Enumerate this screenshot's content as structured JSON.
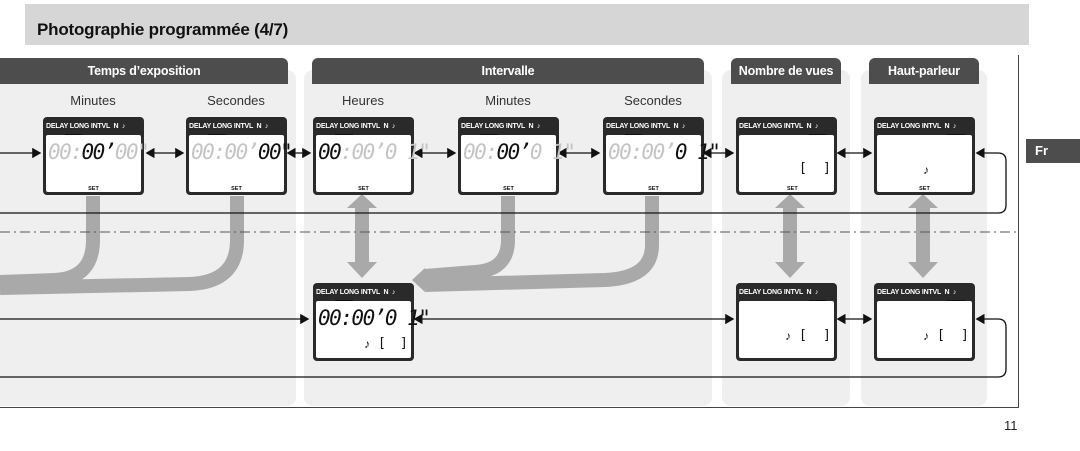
{
  "page": {
    "title": "Photographie programmée (4/7)",
    "language_tab": "Fr",
    "page_number": "11"
  },
  "columns": [
    {
      "header": "Temps d’exposition",
      "subs": [
        "Minutes",
        "Secondes"
      ]
    },
    {
      "header": "Intervalle",
      "subs": [
        "Heures",
        "Minutes",
        "Secondes"
      ]
    },
    {
      "header": "Nombre de vues"
    },
    {
      "header": "Haut-parleur"
    }
  ],
  "lcd": {
    "top_text": "DELAY LONG INTVL",
    "mode": "N",
    "note": "♪",
    "set": "SET",
    "bracket_left": "[",
    "bracket_right": "]"
  },
  "readouts": {
    "exp_min": {
      "dim1": "00:",
      "bold": "00",
      "mid": "’",
      "dim2": "00\"",
      "tail": ""
    },
    "exp_sec": {
      "dim1": "00:00’",
      "bold": "00",
      "mid": "\"",
      "dim2": "",
      "tail": ""
    },
    "int_hr": {
      "bold": "00",
      "dim1": ":00’0 1\"",
      "tail": ""
    },
    "int_min": {
      "dim1": "00:",
      "bold": "00",
      "mid": "’",
      "dim2": "0 1\"",
      "tail": ""
    },
    "int_sec": {
      "dim1": "00:00’",
      "bold": "0 1",
      "mid": "\"",
      "dim2": "",
      "tail": ""
    },
    "int_lower": {
      "bold": "00:00’0 1\"",
      "dim1": "",
      "tail": ""
    }
  }
}
